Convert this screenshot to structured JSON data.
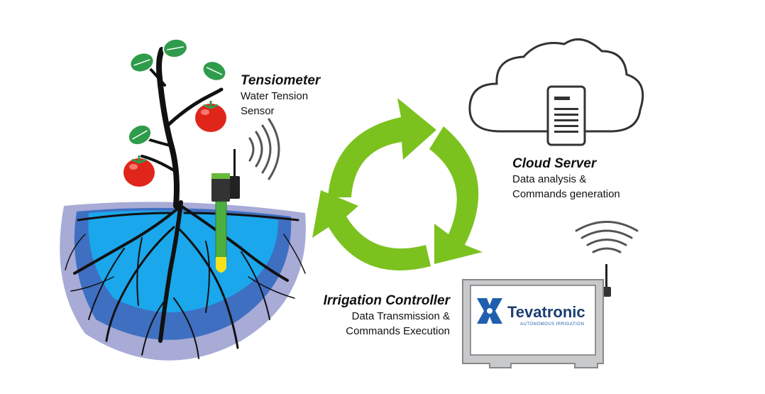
{
  "tensiometer": {
    "title": "Tensiometer",
    "line1": "Water Tension",
    "line2": "Sensor"
  },
  "cloud": {
    "title": "Cloud Server",
    "line1": "Data analysis &",
    "line2": "Commands generation"
  },
  "controller": {
    "title": "Irrigation Controller",
    "line1": "Data Transmission &",
    "line2": "Commands Execution",
    "brand": "Tevatronic",
    "tagline": "AUTONOMOUS IRRIGATION"
  },
  "colors": {
    "arrow_green": "#7cc21f",
    "water_blue": "#1aa7ec",
    "soil_lavender": "#a7abd6",
    "leaf_green": "#2e9c4a",
    "tomato_red": "#e0251b",
    "controller_gray": "#c8c9cb",
    "brand_blue": "#1f5fae"
  }
}
